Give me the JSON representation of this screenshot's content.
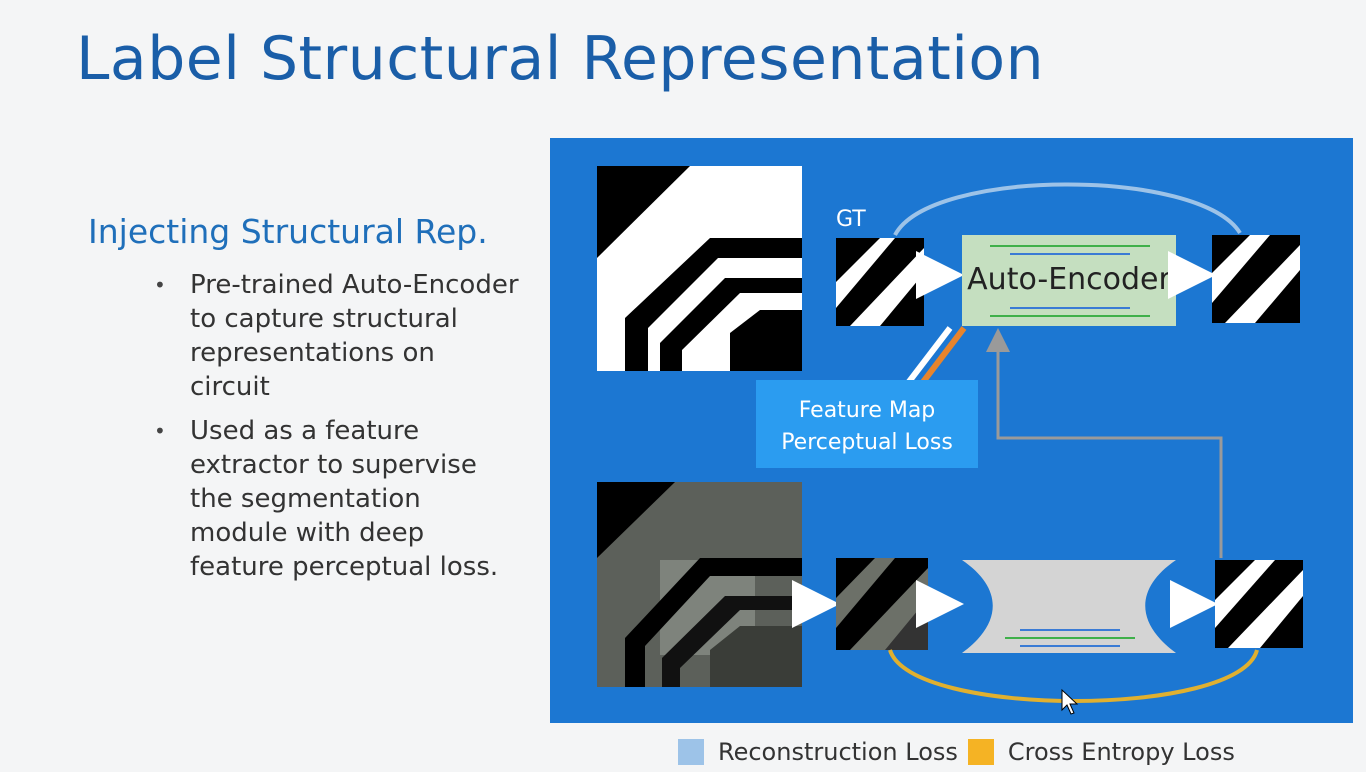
{
  "slide": {
    "title": "Label Structural Representation",
    "subheading": "Injecting Structural Rep.",
    "bullets": [
      "Pre-trained Auto-Encoder to capture structural representations on circuit",
      "Used as a feature extractor to supervise the segmentation module with deep feature perceptual loss."
    ]
  },
  "diagram": {
    "gt_label": "GT",
    "autoencoder_label": "Auto-Encoder",
    "loss_box_line1": "Feature Map",
    "loss_box_line2": "Perceptual Loss"
  },
  "legend": {
    "items": [
      {
        "label": "Reconstruction Loss",
        "color": "#9dc3e8"
      },
      {
        "label": "Cross Entropy Loss",
        "color": "#f5b324"
      }
    ]
  },
  "colors": {
    "title": "#1a5ea8",
    "panel": "#1c77d2",
    "autoencoder_fill": "#c5dfc0",
    "loss_box": "#2b9cf0",
    "cross_entropy_arc": "#e0b030",
    "reconstruction_arc": "#9dc3e8",
    "orange_link": "#e8842c"
  }
}
